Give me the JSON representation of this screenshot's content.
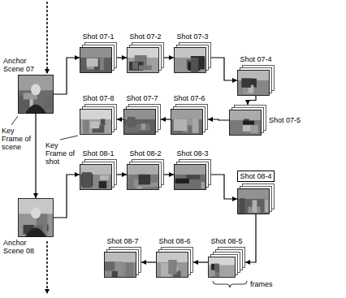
{
  "diagram": {
    "nodes": [
      {
        "text": [
          "Anchor Scene 07"
        ]
      },
      {
        "text": [
          "Shot 07-1"
        ]
      },
      {
        "text": [
          "Shot 07-2"
        ]
      },
      {
        "text": [
          "Shot 07-3"
        ]
      },
      {
        "text": [
          "Shot 07-4"
        ]
      },
      {
        "text": [
          "Shot 07-5"
        ]
      },
      {
        "text": [
          "Shot 07-6"
        ]
      },
      {
        "text": [
          "Shot 07-7"
        ]
      },
      {
        "text": [
          "Shot 07-8"
        ]
      },
      {
        "text": [
          "Anchor Scene 08"
        ]
      },
      {
        "text": [
          "Shot 08-1"
        ]
      },
      {
        "text": [
          "Shot 08-2"
        ]
      },
      {
        "text": [
          "Shot 08-3"
        ]
      },
      {
        "text": [
          "Shot 08-4"
        ]
      },
      {
        "text": [
          "Shot 08-5"
        ]
      },
      {
        "text": [
          "Shot 08-6"
        ]
      },
      {
        "text": [
          "Shot 08-7"
        ]
      }
    ],
    "edges": [
      {
        "from": 0,
        "to": 1,
        "arrow": "to"
      },
      {
        "from": 1,
        "to": 2,
        "arrow": "to"
      },
      {
        "from": 2,
        "to": 3,
        "arrow": "to"
      },
      {
        "from": 3,
        "to": 4,
        "arrow": "to"
      },
      {
        "from": 4,
        "to": 5,
        "arrow": "to"
      },
      {
        "from": 5,
        "to": 6,
        "arrow": "to"
      },
      {
        "from": 6,
        "to": 7,
        "arrow": "to"
      },
      {
        "from": 7,
        "to": 8,
        "arrow": "to"
      },
      {
        "from": 0,
        "to": 9,
        "arrow": "to"
      },
      {
        "from": 9,
        "to": 10,
        "arrow": "to"
      },
      {
        "from": 10,
        "to": 11,
        "arrow": "to"
      },
      {
        "from": 11,
        "to": 12,
        "arrow": "to"
      },
      {
        "from": 12,
        "to": 13,
        "arrow": "to"
      },
      {
        "from": 13,
        "to": 14,
        "arrow": "to"
      },
      {
        "from": 14,
        "to": 15,
        "arrow": "to"
      },
      {
        "from": 15,
        "to": 16,
        "arrow": "to"
      }
    ],
    "labels": [
      "Key Frame of scene",
      "Key Frame of shot",
      "frames"
    ]
  }
}
